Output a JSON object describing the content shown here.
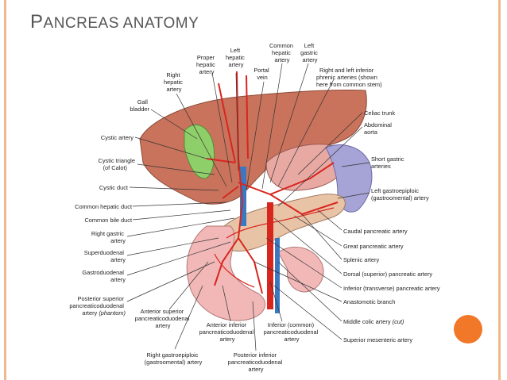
{
  "slide": {
    "title_first": "P",
    "title_rest": "ANCREAS ANATOMY"
  },
  "labels": {
    "proper_hepatic_artery": [
      "Proper",
      "hepatic",
      "artery"
    ],
    "left_hepatic_artery": [
      "Left",
      "hepatic",
      "artery"
    ],
    "common_hepatic_artery": [
      "Common",
      "hepatic",
      "artery"
    ],
    "left_gastric_artery": [
      "Left",
      "gastric",
      "artery"
    ],
    "right_hepatic_artery": [
      "Right",
      "hepatic",
      "artery"
    ],
    "portal_vein": [
      "Portal",
      "vein"
    ],
    "phrenic_arteries": [
      "Right and left inferior",
      "phrenic arteries (shown",
      "here from common stem)"
    ],
    "gall_bladder": [
      "Gall",
      "bladder"
    ],
    "celiac_trunk": [
      "Celiac trunk"
    ],
    "abdominal_aorta": [
      "Abdominal",
      "aorta"
    ],
    "cystic_artery": [
      "Cystic artery"
    ],
    "cystic_triangle": [
      "Cystic triangle",
      "(of Calot)"
    ],
    "short_gastric_arteries": [
      "Short gastric",
      "arteries"
    ],
    "cystic_duct": [
      "Cystic duct"
    ],
    "left_gastroepiploic": [
      "Left gastroepiploic",
      "(gastroomental) artery"
    ],
    "common_hepatic_duct": [
      "Common hepatic duct"
    ],
    "common_bile_duct": [
      "Common bile duct"
    ],
    "caudal_pancreatic": [
      "Caudal pancreatic artery"
    ],
    "right_gastric": [
      "Right gastric",
      "artery"
    ],
    "great_pancreatic": [
      "Great pancreatic artery"
    ],
    "superduodenal": [
      "Superduodenal",
      "artery"
    ],
    "splenic_artery": [
      "Splenic artery"
    ],
    "gastroduodenal": [
      "Gastroduodenal",
      "artery"
    ],
    "dorsal_pancreatic": [
      "Dorsal (superior) pancreatic artery"
    ],
    "inferior_pancreatic": [
      "Inferior (transverse) pancreatic artery"
    ],
    "posterior_superior_pd": [
      "Posterior superior",
      "pancreaticoduodenal"
    ],
    "posterior_superior_pd_artery": "artery ",
    "phantom": "(phantom)",
    "anastomotic_branch": [
      "Anastomotic branch"
    ],
    "anterior_superior_pd": [
      "Anterior superior",
      "pancreaticoduodenal",
      "artery"
    ],
    "middle_colic": "Middle colic artery ",
    "middle_colic_cut": "(cut)",
    "anterior_inferior_pd": [
      "Anterior inferior",
      "pancreaticoduodenal",
      "artery"
    ],
    "inferior_common_pd": [
      "Inferior (common)",
      "pancreaticoduodenal",
      "artery"
    ],
    "superior_mesenteric": [
      "Superior mesenteric artery"
    ],
    "right_gastroepiploic": [
      "Right gastroepiploic",
      "(gastroomental) artery"
    ],
    "posterior_inferior_pd": [
      "Posterior inferior",
      "pancreaticoduodenal",
      "artery"
    ]
  },
  "colors": {
    "frame": "#f0b98c",
    "accent_dot": "#f07828",
    "liver": "#c9735c",
    "gallbladder": "#8fcf6a",
    "spleen": "#a6a3d6",
    "duodenum": "#f2b8b8",
    "pancreas": "#e9c3a6",
    "artery": "#d8261f",
    "vein": "#3a78c2"
  }
}
